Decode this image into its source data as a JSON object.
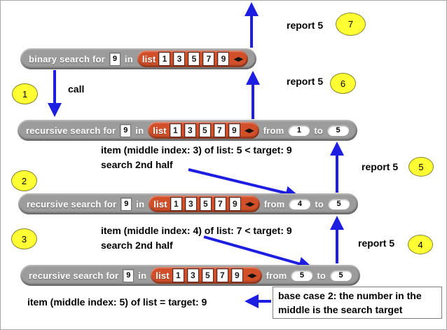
{
  "colors": {
    "arrow_blue": "#1e1ee0",
    "block_gray": "#9c9c9c",
    "list_orange": "#d1502a",
    "badge_yellow": "#ffff33"
  },
  "blocks": {
    "binary": {
      "prefix": "binary search for",
      "target": "9",
      "in_word": "in",
      "list_word": "list",
      "items": [
        "1",
        "3",
        "5",
        "7",
        "9"
      ]
    },
    "recursive": [
      {
        "prefix": "recursive search for",
        "target": "9",
        "in_word": "in",
        "list_word": "list",
        "items": [
          "1",
          "3",
          "5",
          "7",
          "9"
        ],
        "from_word": "from",
        "from_value": "1",
        "to_word": "to",
        "to_value": "5"
      },
      {
        "prefix": "recursive search for",
        "target": "9",
        "in_word": "in",
        "list_word": "list",
        "items": [
          "1",
          "3",
          "5",
          "7",
          "9"
        ],
        "from_word": "from",
        "from_value": "4",
        "to_word": "to",
        "to_value": "5"
      },
      {
        "prefix": "recursive search for",
        "target": "9",
        "in_word": "in",
        "list_word": "list",
        "items": [
          "1",
          "3",
          "5",
          "7",
          "9"
        ],
        "from_word": "from",
        "from_value": "5",
        "to_word": "to",
        "to_value": "5"
      }
    ]
  },
  "labels": {
    "call": "call",
    "note1_line1": "item (middle index: 3) of list: 5 < target: 9",
    "note1_line2": "search 2nd half",
    "note2_line1": "item (middle index: 4) of list: 7 < target: 9",
    "note2_line2": "search 2nd half",
    "base_note": "item (middle index: 5) of list = target: 9",
    "base_case_line1": "base case 2: the number in the",
    "base_case_line2": "middle is the search target"
  },
  "reports": [
    {
      "text": "report 5",
      "badge": "7"
    },
    {
      "text": "report 5",
      "badge": "6"
    },
    {
      "text": "report 5",
      "badge": "5"
    },
    {
      "text": "report 5",
      "badge": "4"
    }
  ],
  "step_badges": [
    "1",
    "2",
    "3"
  ],
  "list_arrows_glyph": "◀▶"
}
